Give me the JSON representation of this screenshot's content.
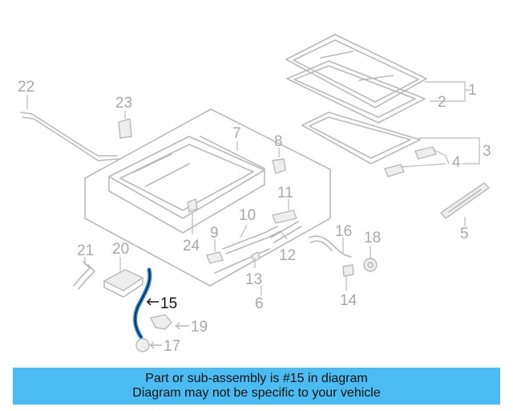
{
  "callouts": {
    "n1": "1",
    "n2": "2",
    "n3": "3",
    "n4": "4",
    "n5": "5",
    "n6": "6",
    "n7": "7",
    "n8": "8",
    "n9": "9",
    "n10": "10",
    "n11": "11",
    "n12": "12",
    "n13": "13",
    "n14": "14",
    "n15": "15",
    "n16": "16",
    "n17": "17",
    "n18": "18",
    "n19": "19",
    "n20": "20",
    "n21": "21",
    "n22": "22",
    "n23": "23",
    "n24": "24"
  },
  "highlighted_part": "15",
  "colors": {
    "banner": "#4bbcf2",
    "highlight": "#1f7fd6",
    "parts": "#b9b9b9"
  },
  "banner": {
    "line1": "Part or sub-assembly is #15 in diagram",
    "line2": "Diagram may not be specific to your vehicle"
  }
}
